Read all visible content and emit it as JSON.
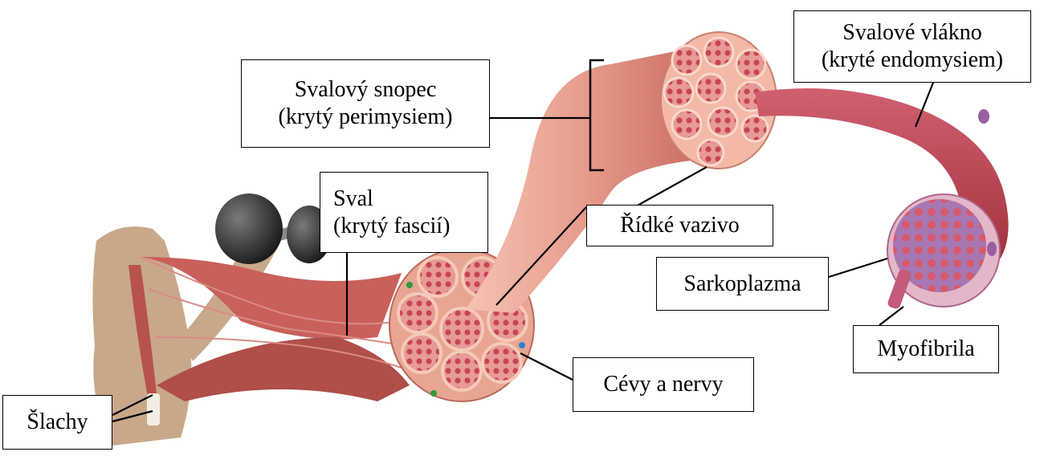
{
  "labels": {
    "svalovy_snopec": {
      "line1": "Svalový snopec",
      "line2": "(krytý perimysiem)"
    },
    "svalove_vlakno": {
      "line1": "Svalové vlákno",
      "line2": "(kryté endomysiem)"
    },
    "sval": {
      "line1": "Sval",
      "line2": "(krytý fascií)"
    },
    "ridke_vazivo": "Řídké vazivo",
    "sarkoplazma": "Sarkoplazma",
    "myofibrila": "Myofibrila",
    "cevy_a_nervy": "Cévy a nervy",
    "slachy": "Šlachy"
  },
  "colors": {
    "muscle": "#c9605a",
    "muscle_dark": "#a3403c",
    "fascicle_sheath": "#f1b8a4",
    "fiber": "#c0434a",
    "skin": "#c9a88a",
    "dumbbell": "#3a3a3a"
  }
}
